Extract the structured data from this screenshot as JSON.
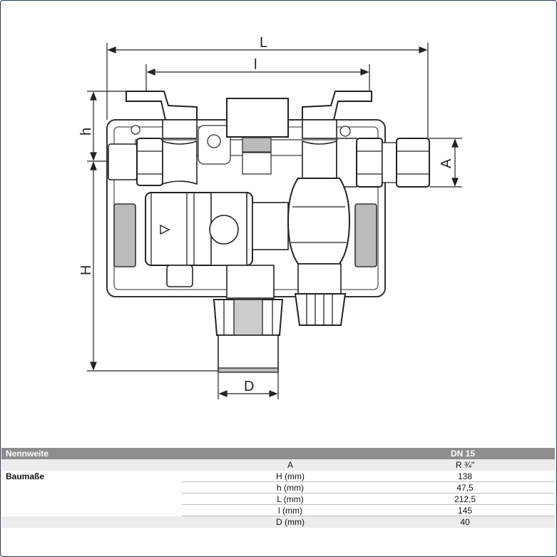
{
  "dimensions": {
    "L": "L",
    "l": "l",
    "h": "h",
    "H": "H",
    "A": "A",
    "D": "D"
  },
  "table": {
    "header": {
      "label": "Nennweite",
      "value": "DN 15"
    },
    "group_label": "Baumaße",
    "rows": [
      {
        "param": "A",
        "value": "R ¾\""
      },
      {
        "param": "H (mm)",
        "value": "138"
      },
      {
        "param": "h (mm)",
        "value": "47,5"
      },
      {
        "param": "L (mm)",
        "value": "212,5"
      },
      {
        "param": "l (mm)",
        "value": "145"
      },
      {
        "param": "D (mm)",
        "value": "40"
      }
    ]
  }
}
